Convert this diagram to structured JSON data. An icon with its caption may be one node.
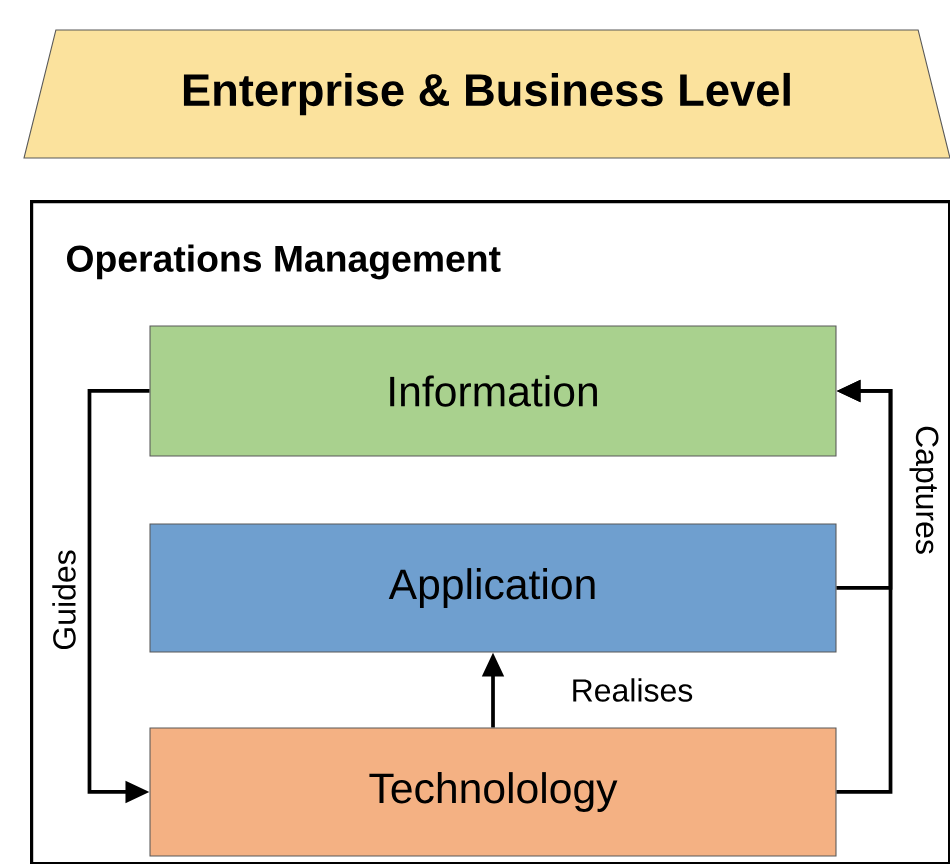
{
  "diagram": {
    "nodes": [
      {
        "text": [
          "Enterprise & Business Level"
        ]
      },
      {
        "text": [
          "Operations Management"
        ]
      },
      {
        "text": [
          "Information"
        ],
        "in": 1
      },
      {
        "text": [
          "Application"
        ],
        "in": 1
      },
      {
        "text": [
          "Technolology"
        ],
        "in": 1
      }
    ],
    "edges": [
      {
        "from": 2,
        "to": 4,
        "arrow": "to",
        "label": "Guides"
      },
      {
        "from": 4,
        "to": 2,
        "arrow": "to",
        "label": "Captures"
      },
      {
        "from": 3,
        "to": 2,
        "arrow": "to"
      },
      {
        "from": 4,
        "to": 3,
        "arrow": "to",
        "label": "Realises"
      }
    ]
  }
}
